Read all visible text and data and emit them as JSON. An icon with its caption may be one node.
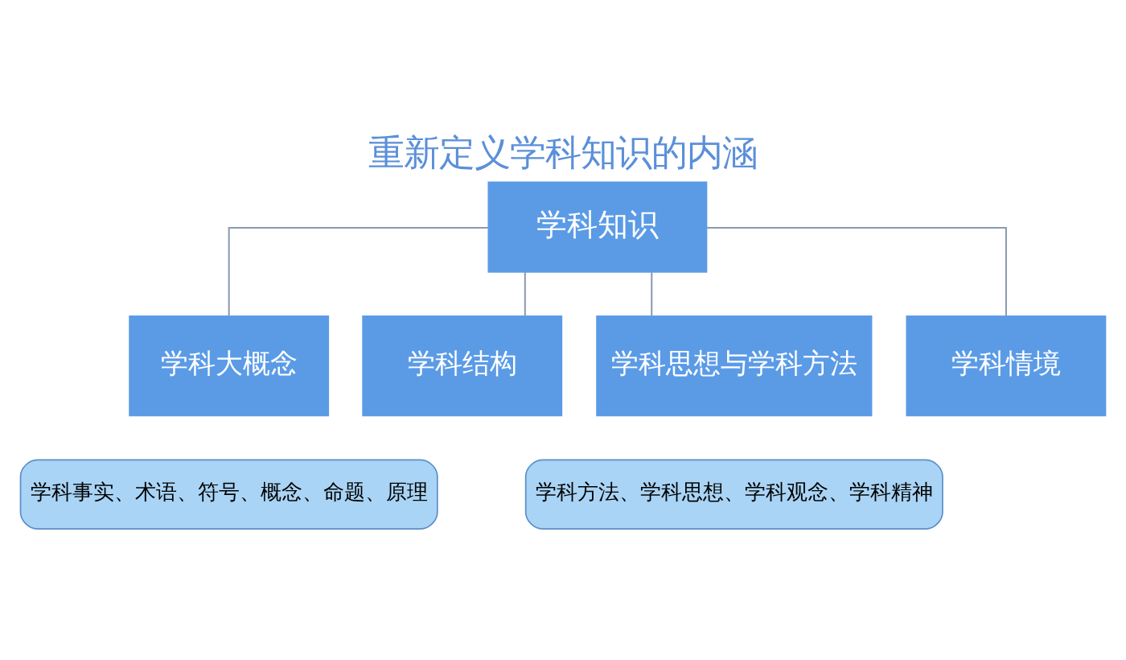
{
  "diagram": {
    "title": "重新定义学科知识的内涵",
    "nodes": [
      {
        "text": [
          "学科知识"
        ]
      },
      {
        "text": [
          "学科大概念"
        ]
      },
      {
        "text": [
          "学科结构"
        ]
      },
      {
        "text": [
          "学科思想与学科方法"
        ]
      },
      {
        "text": [
          "学科情境"
        ]
      },
      {
        "text": [
          "学科事实、术语、符号、概念、命题、原理"
        ]
      },
      {
        "text": [
          "学科方法、学科思想、学科观念、学科精神"
        ]
      }
    ],
    "edges": [
      {
        "from": 0,
        "to": 1,
        "arrow": "none"
      },
      {
        "from": 0,
        "to": 2,
        "arrow": "none"
      },
      {
        "from": 0,
        "to": 3,
        "arrow": "none"
      },
      {
        "from": 0,
        "to": 4,
        "arrow": "none"
      }
    ]
  }
}
